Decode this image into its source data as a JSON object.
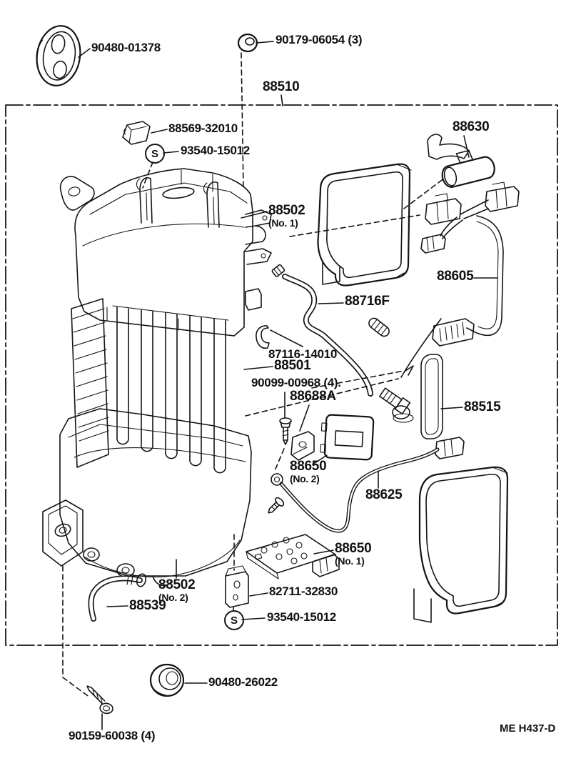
{
  "diagram": {
    "assembly_number": "88510",
    "figure_code": "ME H437-D",
    "standard_symbol": "S",
    "parts": {
      "grommet_cover": "90480-01378",
      "nut": "90179-06054 (3)",
      "bracket_upper": "88569-32010",
      "screw_upper": "93540-15012",
      "blower_resistor": "88630",
      "unit_case_no1": "88502",
      "unit_case_no1_note": "(No. 1)",
      "wiring_harness": "88605",
      "suction_pipe": "88716F",
      "clip": "87116-14010",
      "evaporator": "88501",
      "screw_set": "90099-00968 (4).",
      "amplifier_bracket": "88688A",
      "amplifier_no2": "88650",
      "amplifier_no2_note": "(No. 2)",
      "thermistor": "88515",
      "lead_wire": "88625",
      "amplifier_no1": "88650",
      "amplifier_no1_note": "(No. 1)",
      "bracket_lower": "82711-32830",
      "unit_case_no2": "88502",
      "unit_case_no2_note": "(No. 2)",
      "drain_hose": "88539",
      "screw_lower": "93540-15012",
      "grommet_round": "90480-26022",
      "tapping_screw": "90159-60038 (4)"
    }
  }
}
